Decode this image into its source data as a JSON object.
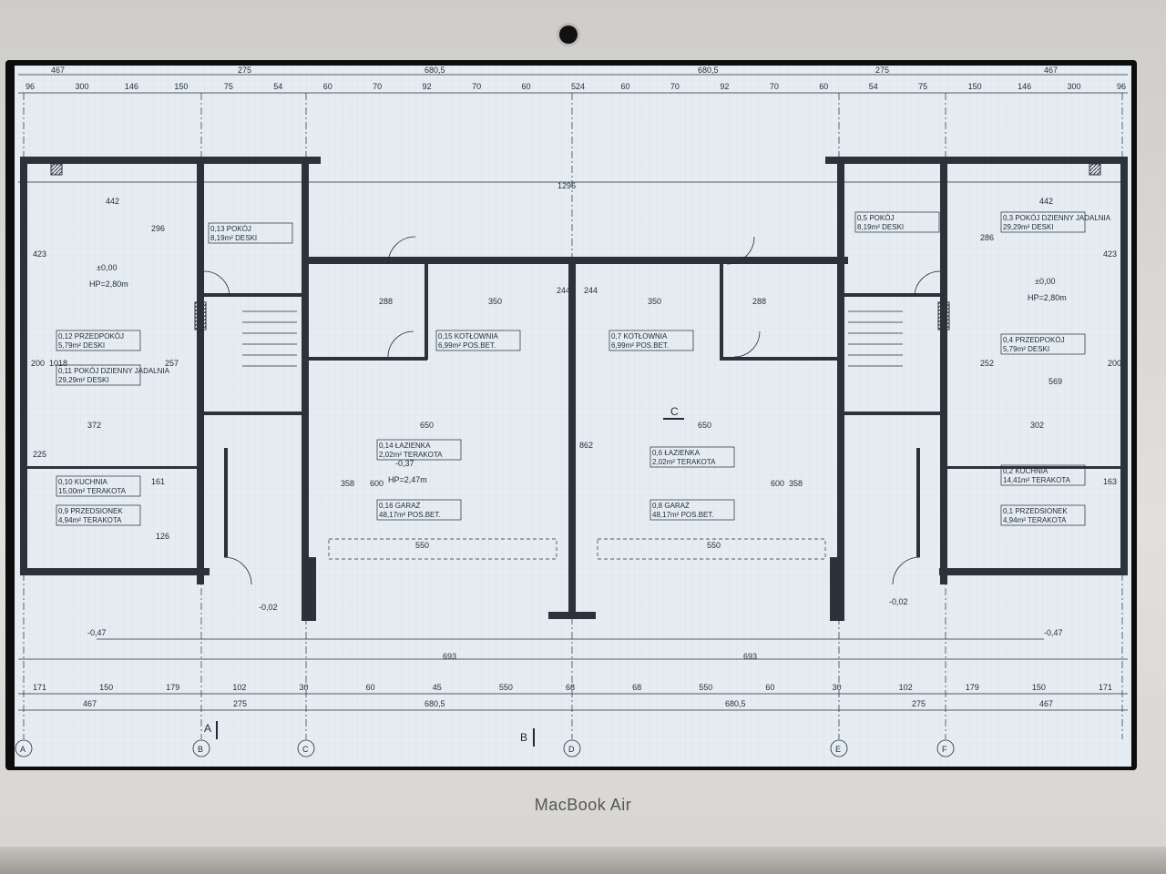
{
  "device": {
    "brand": "MacBook Air"
  },
  "plan": {
    "dims_top_outer": [
      "467",
      "275",
      "680,5",
      "680,5",
      "275",
      "467"
    ],
    "dims_top_inner": [
      "96",
      "300",
      "146",
      "150",
      "75",
      "54",
      "60",
      "70",
      "92",
      "70",
      "60",
      "524",
      "60",
      "70",
      "92",
      "70",
      "60",
      "54",
      "75",
      "150",
      "146",
      "300",
      "96"
    ],
    "dims_bottom": [
      "171",
      "150",
      "179",
      "102",
      "30",
      "60",
      "45",
      "550",
      "68",
      "68",
      "550",
      "60",
      "30",
      "102",
      "179",
      "150",
      "171"
    ],
    "dims_bottom_outer": [
      "467",
      "275",
      "680,5",
      "680,5",
      "275",
      "467"
    ],
    "mid_span": "1296",
    "section_marks": [
      "A",
      "B",
      "C"
    ],
    "grid_axes": [
      "A",
      "B",
      "C",
      "D",
      "E",
      "F"
    ],
    "levels": [
      {
        "id": "level-left-main",
        "mark": "±0,00",
        "hp": "HP=2,80m"
      },
      {
        "id": "level-right-main",
        "mark": "±0,00",
        "hp": "HP=2,80m"
      },
      {
        "id": "level-garage",
        "mark": "-0,37",
        "hp": "HP=2,47m"
      },
      {
        "id": "level-left-out",
        "mark": "-0,47"
      },
      {
        "id": "level-right-out",
        "mark": "-0,47"
      },
      {
        "id": "level-left-step",
        "mark": "-0,02"
      },
      {
        "id": "level-right-step",
        "mark": "-0,02"
      }
    ],
    "rooms": [
      {
        "id": "room-0-13",
        "line1": "0,13  POKÓJ",
        "line2": "8,19m²  DESKI"
      },
      {
        "id": "room-0-12",
        "line1": "0,12  PRZEDPOKÓJ",
        "line2": "5,79m²  DESKI"
      },
      {
        "id": "room-0-11",
        "line1": "0,11  POKÓJ DZIENNY JADALNIA",
        "line2": "29,29m²  DESKI"
      },
      {
        "id": "room-0-10",
        "line1": "0,10  KUCHNIA",
        "line2": "15,00m²  TERAKOTA"
      },
      {
        "id": "room-0-9",
        "line1": "0,9  PRZEDSIONEK",
        "line2": "4,94m²  TERAKOTA"
      },
      {
        "id": "room-0-15",
        "line1": "0,15  KOTŁOWNIA",
        "line2": "6,99m²  POS.BET."
      },
      {
        "id": "room-0-14",
        "line1": "0,14  ŁAZIENKA",
        "line2": "2,02m²  TERAKOTA"
      },
      {
        "id": "room-0-16",
        "line1": "0,16  GARAŻ",
        "line2": "48,17m²  POS.BET."
      },
      {
        "id": "room-0-7",
        "line1": "0,7  KOTŁOWNIA",
        "line2": "6,99m²  POS.BET."
      },
      {
        "id": "room-0-6",
        "line1": "0,6  ŁAZIENKA",
        "line2": "2,02m²  TERAKOTA"
      },
      {
        "id": "room-0-8",
        "line1": "0,8  GARAŻ",
        "line2": "48,17m²  POS.BET."
      },
      {
        "id": "room-0-5",
        "line1": "0,5  POKÓJ",
        "line2": "8,19m²  DESKI"
      },
      {
        "id": "room-0-3",
        "line1": "0,3  POKÓJ DZIENNY JADALNIA",
        "line2": "29,29m²  DESKI"
      },
      {
        "id": "room-0-4",
        "line1": "0,4  PRZEDPOKÓJ",
        "line2": "5,79m²  DESKI"
      },
      {
        "id": "room-0-2",
        "line1": "0,2  KUCHNIA",
        "line2": "14,41m²  TERAKOTA"
      },
      {
        "id": "room-0-1",
        "line1": "0,1  PRZEDSIONEK",
        "line2": "4,94m²  TERAKOTA"
      }
    ],
    "interior_dims": [
      "442",
      "1018",
      "288",
      "350",
      "244",
      "244",
      "350",
      "288",
      "442",
      "650",
      "650",
      "862",
      "600",
      "600",
      "358",
      "358",
      "550",
      "550",
      "693",
      "693",
      "296",
      "286",
      "423",
      "423",
      "200",
      "200",
      "372",
      "302",
      "569",
      "252",
      "257",
      "161",
      "163",
      "126",
      "225"
    ],
    "colors": {
      "line": "#1f2a36",
      "grid": "#c9d4de",
      "wall": "#2b323a",
      "paper": "#e6edf2"
    }
  }
}
